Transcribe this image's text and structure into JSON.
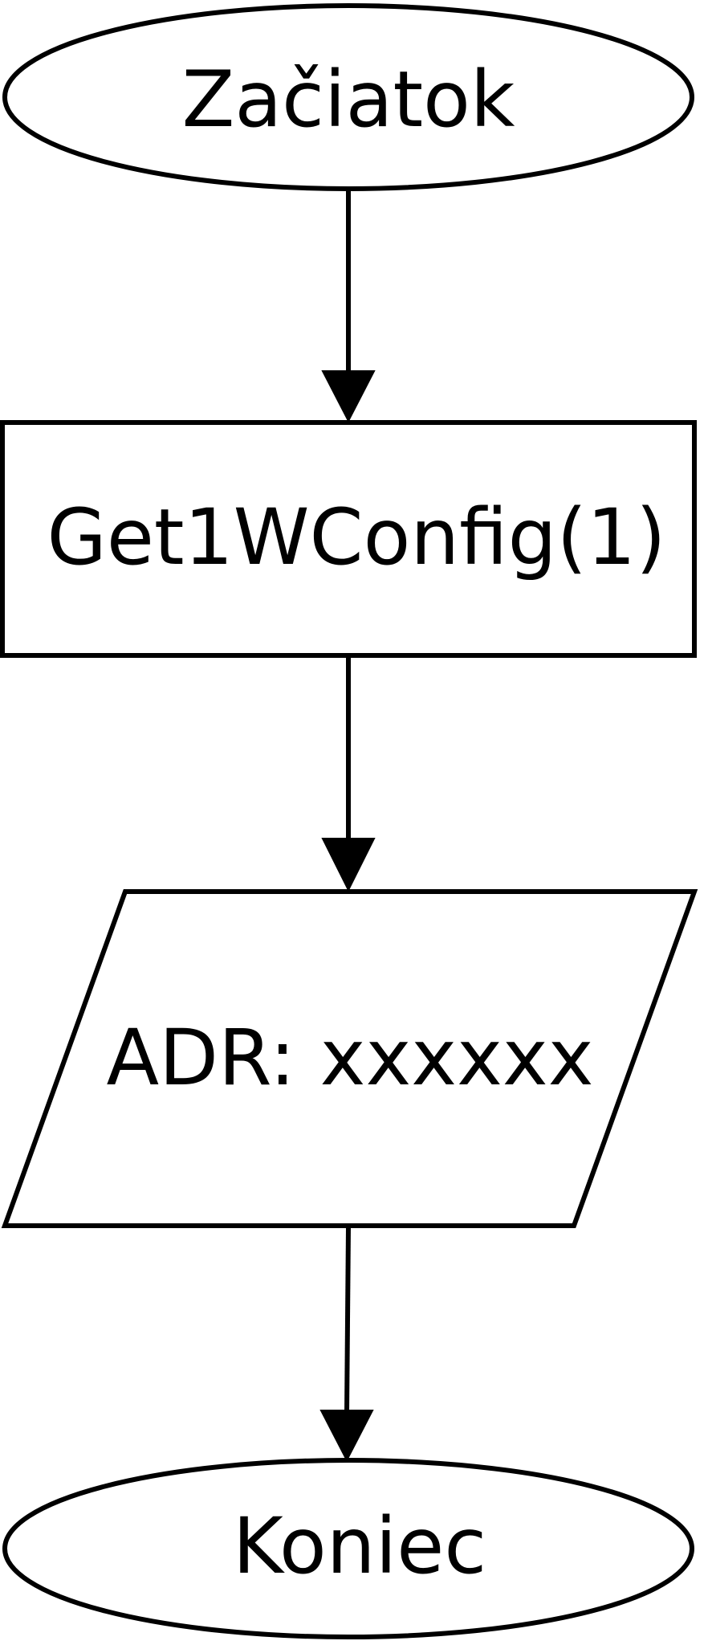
{
  "diagram": {
    "type": "flowchart",
    "nodes": [
      {
        "id": "start",
        "shape": "ellipse",
        "label": "Začiatok"
      },
      {
        "id": "process",
        "shape": "rectangle",
        "label": "Get1WConfig(1)"
      },
      {
        "id": "output",
        "shape": "parallelogram",
        "label": "ADR: xxxxxx"
      },
      {
        "id": "end",
        "shape": "ellipse",
        "label": "Koniec"
      }
    ],
    "edges": [
      {
        "from": "start",
        "to": "process"
      },
      {
        "from": "process",
        "to": "output"
      },
      {
        "from": "output",
        "to": "end"
      }
    ],
    "colors": {
      "stroke": "#000000",
      "fill": "#ffffff",
      "text": "#000000"
    }
  }
}
